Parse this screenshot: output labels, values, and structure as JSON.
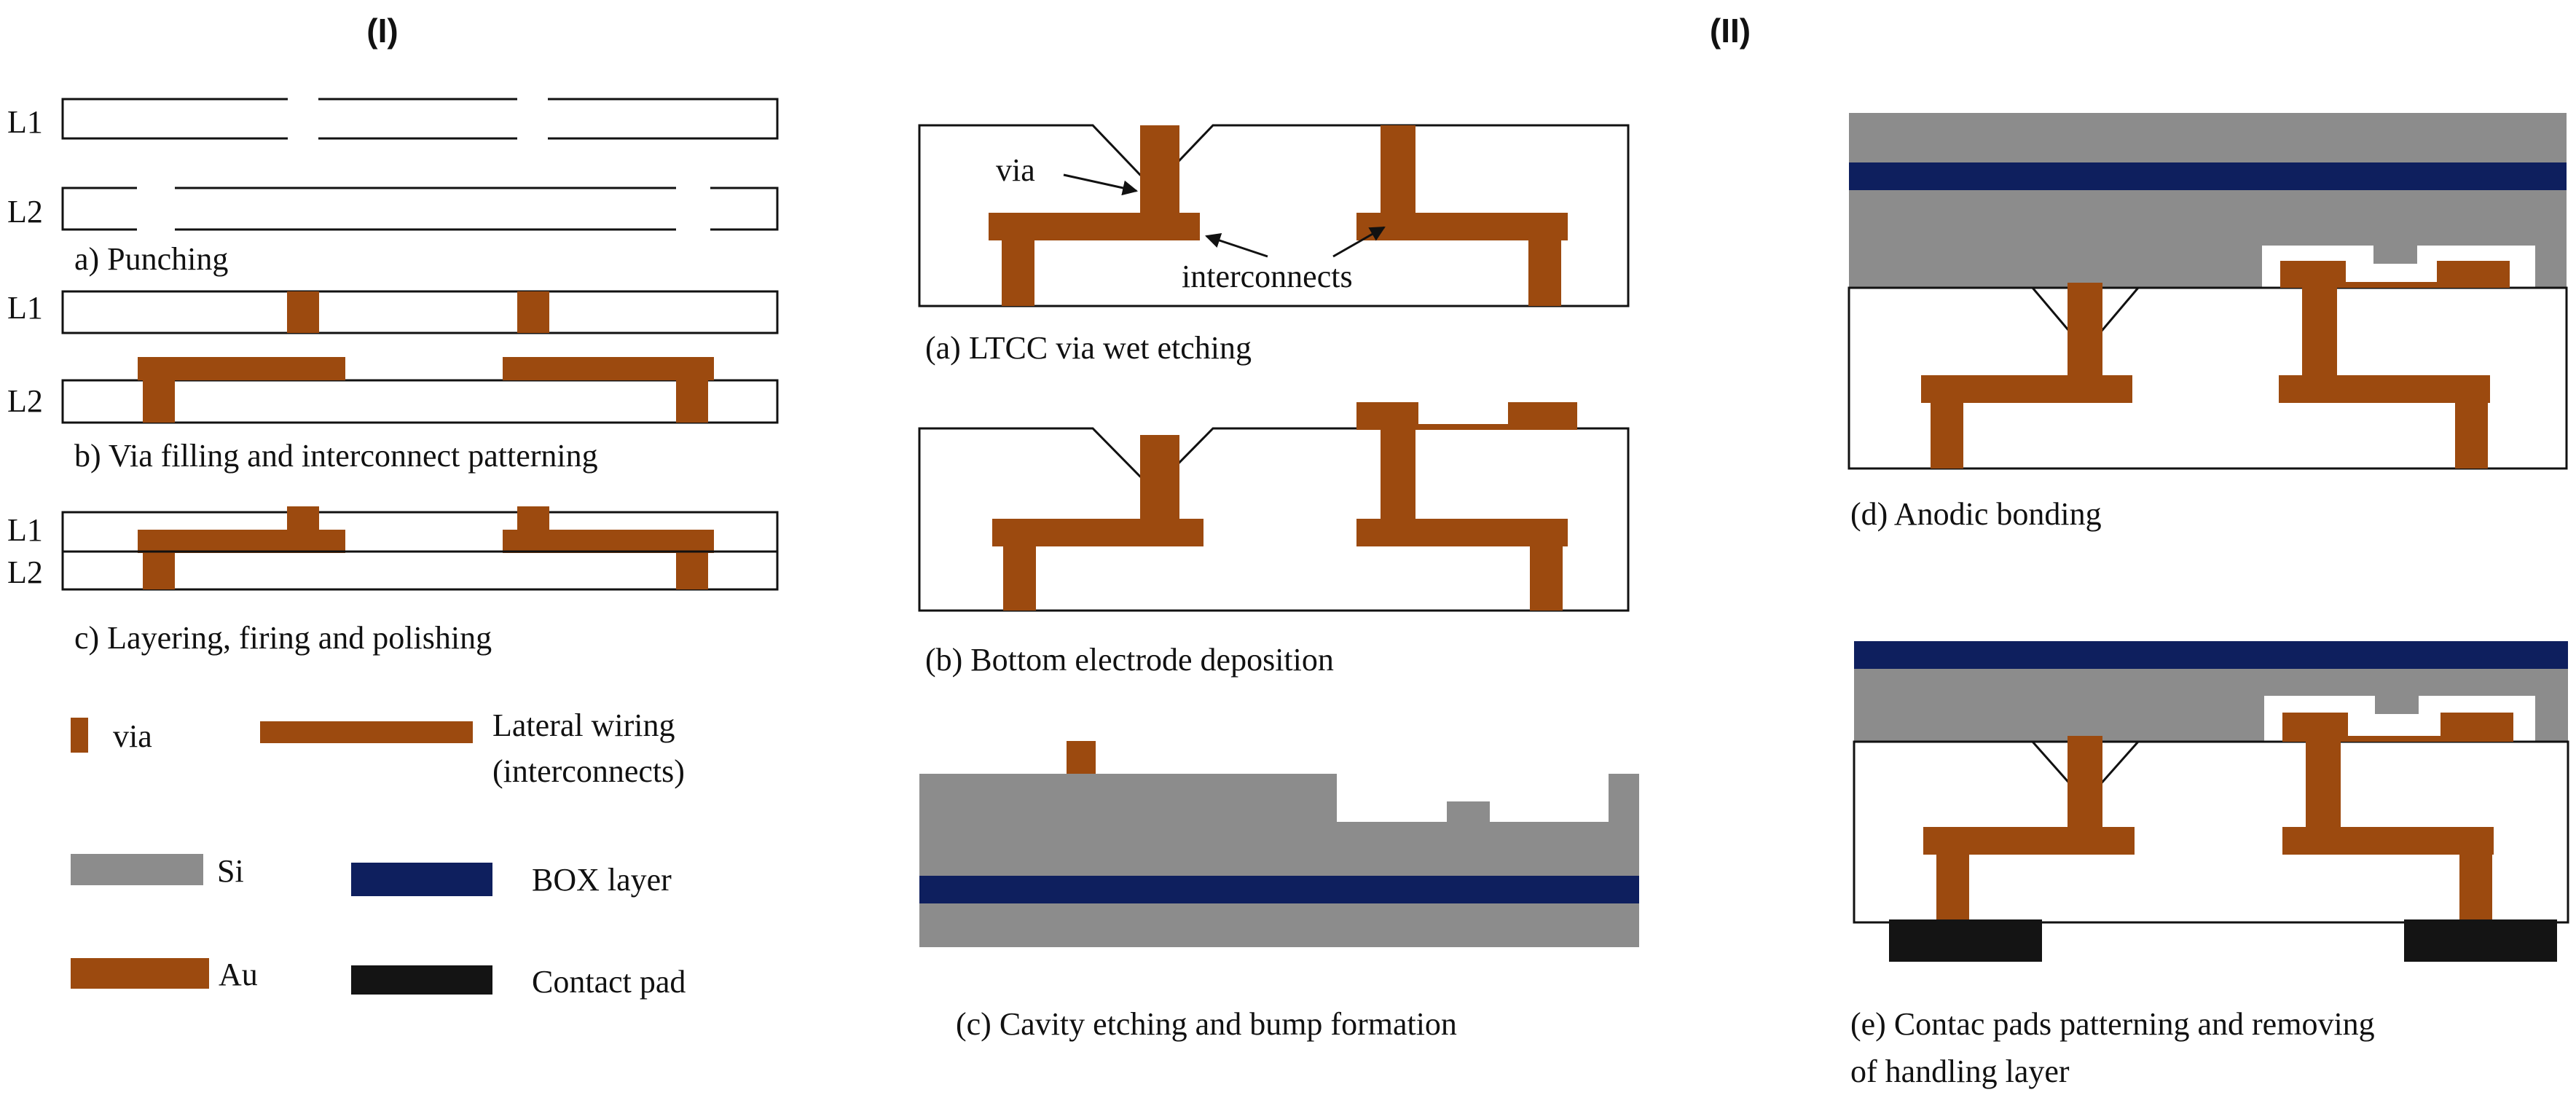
{
  "panel_I": {
    "heading": "(I)",
    "layer_labels": [
      "L1",
      "L2"
    ],
    "steps": {
      "a": "a) Punching",
      "b": "b) Via filling and interconnect patterning",
      "c": "c) Layering, firing and polishing"
    },
    "legend": {
      "via": "via",
      "lateral_line1": "Lateral wiring",
      "lateral_line2": "(interconnects)",
      "si": "Si",
      "box_layer": "BOX layer",
      "au": "Au",
      "contact_pad": "Contact pad"
    }
  },
  "panel_II": {
    "heading": "(II)",
    "annotations": {
      "via": "via",
      "interconnects": "interconnects"
    },
    "captions": {
      "a": "(a) LTCC via wet etching",
      "b": "(b) Bottom electrode deposition",
      "c": "(c) Cavity etching and bump formation",
      "d": "(d) Anodic bonding",
      "e_line1": "(e) Contac pads patterning and removing",
      "e_line2": "of handling layer"
    }
  },
  "colors": {
    "au": "#9C4A0F",
    "si": "#8C8C8C",
    "box_layer": "#0E1F5E",
    "contact_pad": "#141414",
    "outline": "#111111"
  }
}
